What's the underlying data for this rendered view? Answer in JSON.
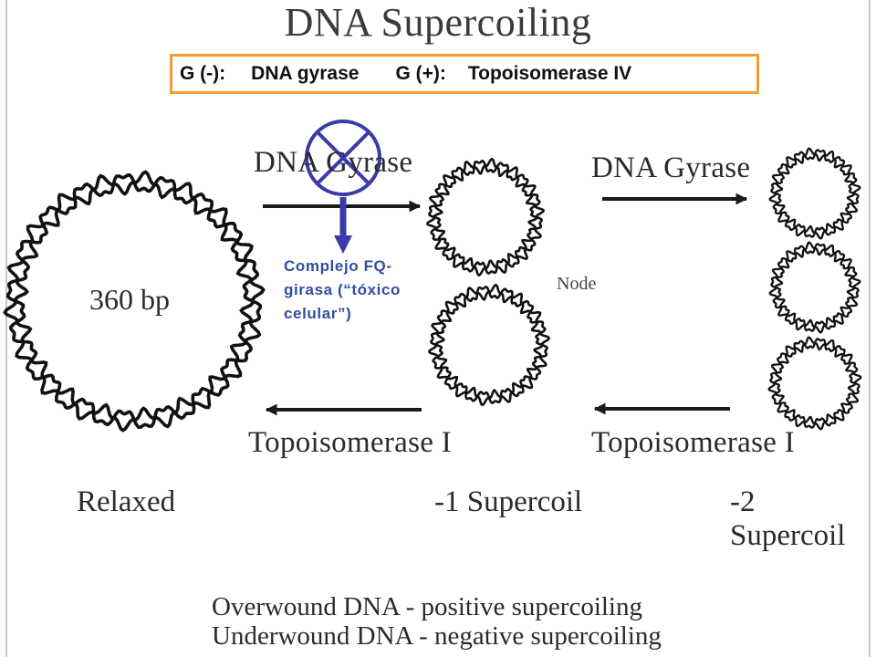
{
  "title": "DNA Supercoiling",
  "enzymes": {
    "gneg_label": "G (-):",
    "gneg_enzyme": "DNA gyrase",
    "gpos_label": "G (+):",
    "gpos_enzyme": "Topoisomerase IV"
  },
  "arrows": {
    "gyrase_1": "DNA Gyrase",
    "gyrase_2": "DNA Gyrase",
    "topo_1": "Topoisomerase I",
    "topo_2": "Topoisomerase I"
  },
  "circle_label": "360 bp",
  "node_label": "Node",
  "stages": {
    "relaxed": "Relaxed",
    "minus1": "-1 Supercoil",
    "minus2": "-2 Supercoil"
  },
  "annotation": {
    "line1": "Complejo FQ-",
    "line2": "girasa (“tóxico",
    "line3": "celular”)"
  },
  "footer": {
    "line1": "Overwound DNA - positive supercoiling",
    "line2": "Underwound DNA - negative supercoiling"
  },
  "colors": {
    "inhibitor": "#3a3aa8",
    "box_border": "#f0a030",
    "annotation": "#2e4ea0"
  },
  "icons": {
    "inhibition": "x-circle-icon",
    "down_arrow": "arrow-down-icon"
  }
}
